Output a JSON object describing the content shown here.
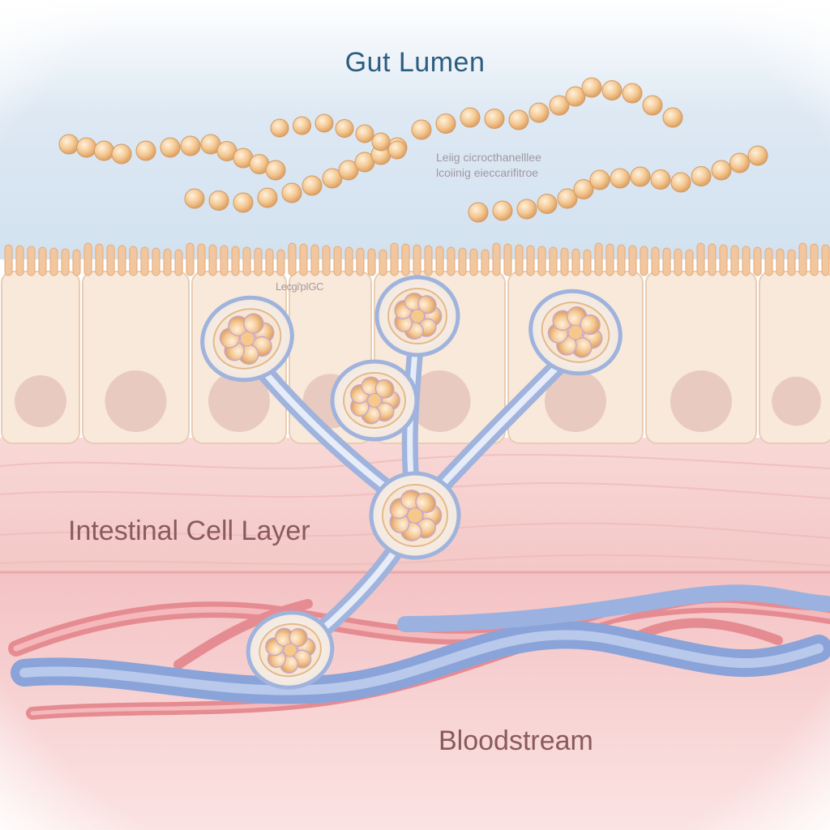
{
  "labels": {
    "gut_lumen": "Gut Lumen",
    "intestinal_cell_layer": "Intestinal Cell Layer",
    "bloodstream": "Bloodstream"
  },
  "faint_text": {
    "line_1": "Leiig cicrocthanelllee",
    "line_2": "lcoiinig eieccarifitroe",
    "line_3": "Lecgi'pIGC"
  },
  "colors": {
    "lumen": "#d9e6f2",
    "bacteria": "#f3c48f",
    "epithelial_cell": "#f8e8d8",
    "tissue": "#f6cfcf",
    "capillary_red": "#e98f95",
    "vessel_blue": "#8ea8dc",
    "vesicle_fill": "#fdf7ef",
    "vesicle_outline": "#9fb3dd"
  },
  "icons": {
    "bacteria": "bacteria-chain-icon",
    "vesicle": "transport-vesicle-icon",
    "cell_nucleus": "nucleus-icon"
  }
}
